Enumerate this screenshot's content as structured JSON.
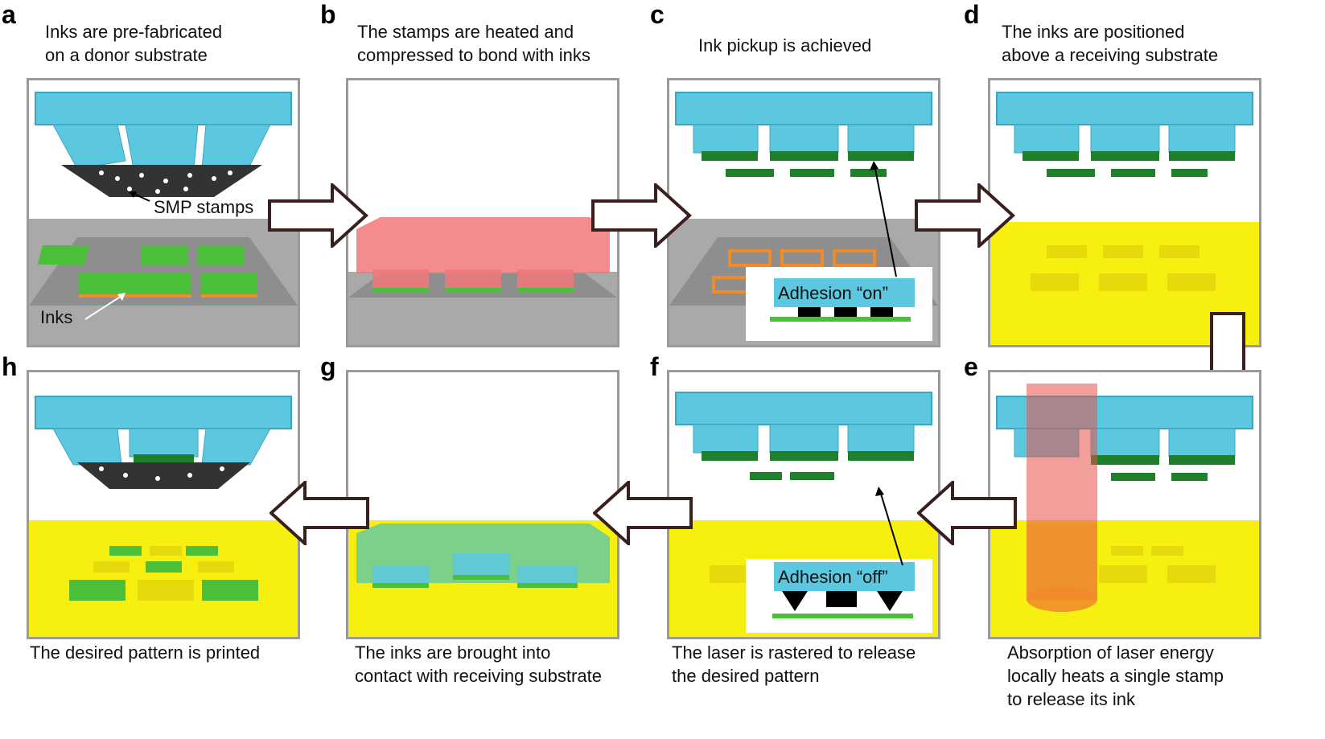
{
  "colors": {
    "stamp": "#5cc8e0",
    "stamp_dark": "#3aa6c4",
    "ink_green": "#4cbf3a",
    "ink_dark_green": "#1f7f2a",
    "ink_orange": "#f08a2a",
    "donor_gray": "#a9a9a9",
    "receiver_yellow": "#f7ef10",
    "heated_red": "#f2787a",
    "laser_red": "#e8504a",
    "frame": "#9a9a9a"
  },
  "panels": [
    {
      "letter": "a",
      "caption": "Inks are pre-fabricated\non a donor substrate"
    },
    {
      "letter": "b",
      "caption": "The stamps are heated and\ncompressed to bond with inks"
    },
    {
      "letter": "c",
      "caption": "Ink pickup is achieved"
    },
    {
      "letter": "d",
      "caption": "The inks are positioned\nabove a receiving substrate"
    },
    {
      "letter": "e",
      "caption": "Absorption of laser energy\nlocally heats a single stamp\nto release its ink"
    },
    {
      "letter": "f",
      "caption": "The laser is rastered to release\nthe desired pattern"
    },
    {
      "letter": "g",
      "caption": "The inks are brought into\ncontact with receiving substrate"
    },
    {
      "letter": "h",
      "caption": "The desired pattern is printed"
    }
  ],
  "labels": {
    "smp_stamps": "SMP stamps",
    "inks": "Inks",
    "adhesion_on": "Adhesion “on”",
    "adhesion_off": "Adhesion “off”"
  }
}
